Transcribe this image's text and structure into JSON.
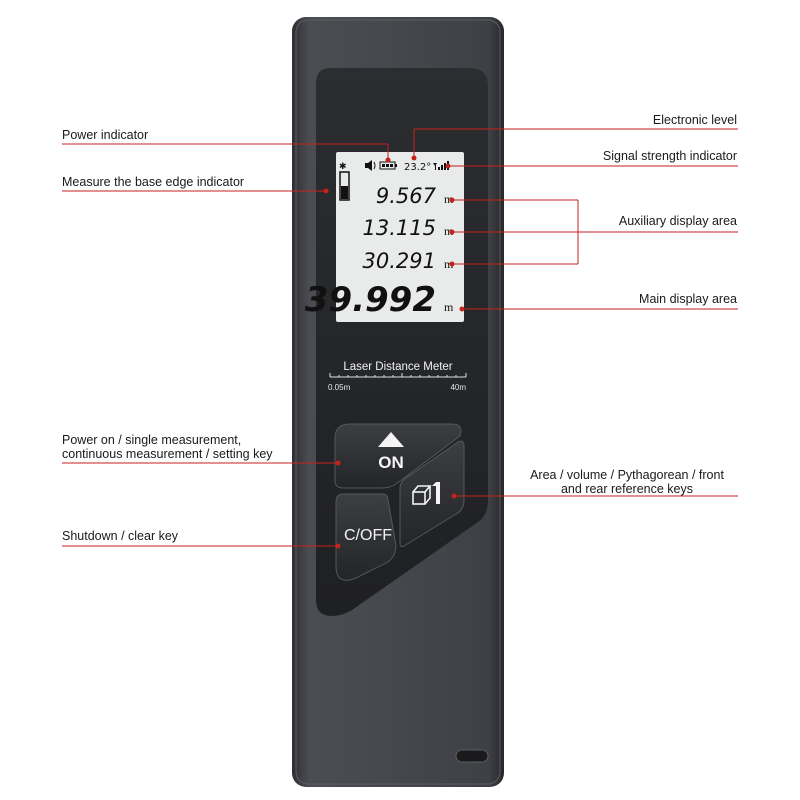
{
  "device": {
    "product_name": "Laser Distance Meter",
    "range_min": "0.05m",
    "range_max": "40m",
    "on_key_label": "ON",
    "off_key_label": "C/OFF"
  },
  "lcd": {
    "temperature": "23.2°",
    "readings": [
      {
        "value": "9.567",
        "unit": "m"
      },
      {
        "value": "13.115",
        "unit": "m"
      },
      {
        "value": "30.291",
        "unit": "m"
      }
    ],
    "main_reading": {
      "value": "39.992",
      "unit": "m"
    }
  },
  "callouts": {
    "power_indicator": "Power indicator",
    "base_edge_indicator": "Measure the base edge indicator",
    "power_on_line1": "Power on / single measurement,",
    "power_on_line2": "continuous measurement / setting key",
    "shutdown_key": "Shutdown / clear key",
    "electronic_level": "Electronic level",
    "signal_strength": "Signal strength indicator",
    "auxiliary_display": "Auxiliary display area",
    "main_display": "Main display area",
    "function_keys_line1": "Area / volume / Pythagorean / front",
    "function_keys_line2": "and rear reference keys"
  },
  "colors": {
    "callout_line": "#c4221b",
    "body": "#3d3f44",
    "lcd_background": "#e9ebea"
  }
}
